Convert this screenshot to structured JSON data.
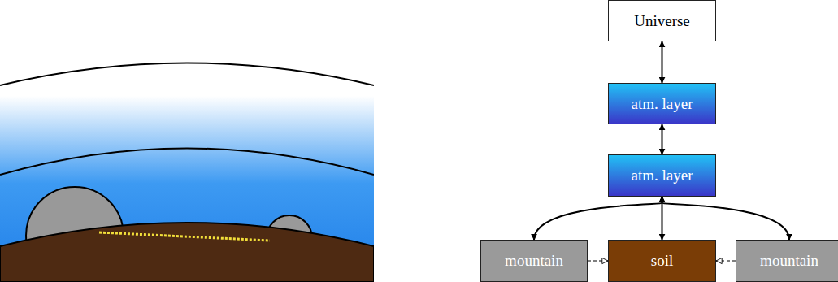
{
  "diagram": {
    "nodes": [
      {
        "text": [
          "Universe"
        ]
      },
      {
        "text": [
          "atm. layer"
        ]
      },
      {
        "text": [
          "atm. layer"
        ]
      },
      {
        "text": [
          "mountain"
        ]
      },
      {
        "text": [
          "soil"
        ]
      },
      {
        "text": [
          "mountain"
        ]
      }
    ],
    "edges": [
      {
        "from": 0,
        "to": 1,
        "arrow": "both"
      },
      {
        "from": 1,
        "to": 2,
        "arrow": "both"
      },
      {
        "from": 2,
        "to": 3,
        "arrow": "both"
      },
      {
        "from": 2,
        "to": 4,
        "arrow": "both"
      },
      {
        "from": 2,
        "to": 5,
        "arrow": "both"
      },
      {
        "from": 3,
        "to": 4,
        "arrow": "to"
      },
      {
        "from": 5,
        "to": 4,
        "arrow": "to"
      }
    ]
  }
}
